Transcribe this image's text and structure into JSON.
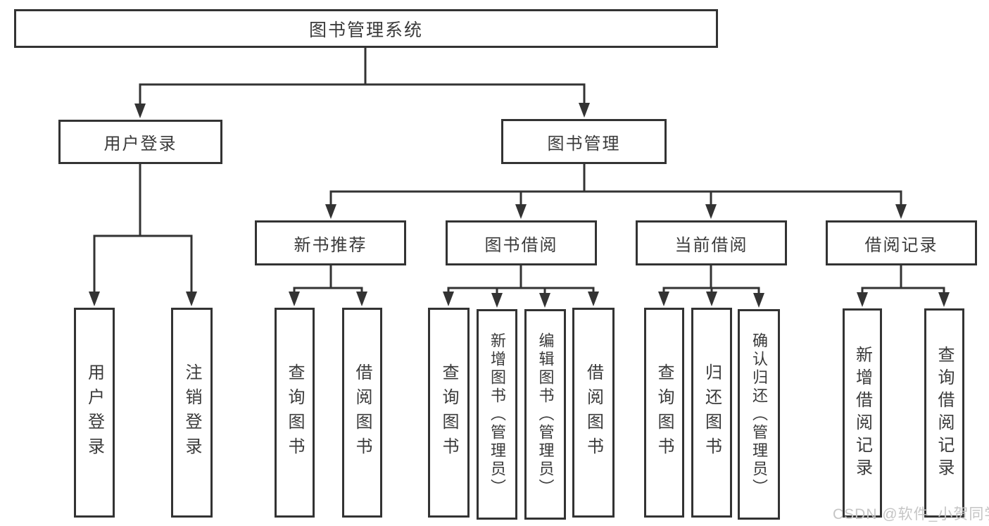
{
  "tree": {
    "root": {
      "label": "图书管理系统",
      "children": [
        {
          "label": "用户登录",
          "children": [
            {
              "label": "用户登录"
            },
            {
              "label": "注销登录"
            }
          ]
        },
        {
          "label": "图书管理",
          "children": [
            {
              "label": "新书推荐",
              "children": [
                {
                  "label": "查询图书"
                },
                {
                  "label": "借阅图书"
                }
              ]
            },
            {
              "label": "图书借阅",
              "children": [
                {
                  "label": "查询图书"
                },
                {
                  "label": "新增图书（管理员）"
                },
                {
                  "label": "编辑图书（管理员）"
                },
                {
                  "label": "借阅图书"
                }
              ]
            },
            {
              "label": "当前借阅",
              "children": [
                {
                  "label": "查询图书"
                },
                {
                  "label": "归还图书"
                },
                {
                  "label": "确认归还（管理员）"
                }
              ]
            },
            {
              "label": "借阅记录",
              "children": [
                {
                  "label": "新增借阅记录"
                },
                {
                  "label": "查询借阅记录"
                }
              ]
            }
          ]
        }
      ]
    }
  },
  "watermark": {
    "text": "CSDN @软件_小贺同学"
  },
  "colors": {
    "line": "#333333",
    "text": "#3a3a3a",
    "watermark": "#c5c5c5",
    "background": "#ffffff"
  }
}
